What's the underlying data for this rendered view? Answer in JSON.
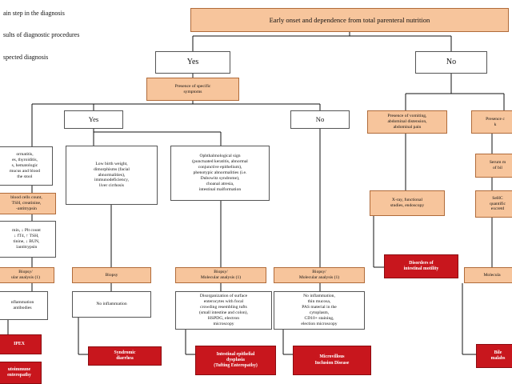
{
  "legend": [
    {
      "key": "main_step",
      "text": "ain step in the diagnosis",
      "color": "#f7c59c"
    },
    {
      "key": "procedures",
      "text": "sults of diagnostic procedures",
      "color": "#ffffff"
    },
    {
      "key": "suspected",
      "text": "spected diagnosis",
      "color": "#c8161d"
    }
  ],
  "nodes": {
    "root": "Early onset and dependence from total parenteral nutrition",
    "yes_top": "Yes",
    "no_top": "No",
    "specific_symptoms": "Presence of specific\nsymptoms",
    "yes_mid": "Yes",
    "no_mid": "No",
    "ipex_symptoms": "ormatitis,\nes, thyroiditis,\ns, hematologic\nmucus and blood\nthe stool",
    "ipex_tests": "blood cells count,\nTSH, creatinine,\n-antitrypsin",
    "ipex_results": "min, ↓ Plt count\n↓ fT4, ↑ TSH,\ntinine, ↓ BUN,\n1antitrypsin",
    "ipex_biopsy": "Biopsy/\nular analysis (1)",
    "ipex_findings": "nflammation\nantibodies",
    "ipex_dx": "IPEX",
    "autoimmune_dx": "utoimmune\nenteropathy",
    "syndromic_symptoms": "Low birth weight,\ndimorphisms (facial\nabnormalities),\nimmunodeficiency,\nliver cirrhosis",
    "syndromic_biopsy": "Biopsy",
    "syndromic_findings": "No inflammation",
    "syndromic_dx": "Syndromic\ndiarrhea",
    "tufting_symptoms": "Ophthalmological sign\n(punctuated keratitis, abnormal\nconjunctive epithelium),\nphenotypic abnormalities (i.e.\nDubowitz syndrome),\nchoanal atresia,\nintestinal malformation",
    "tufting_biopsy": "Biopsy/\nMolecular analysis (1)",
    "tufting_findings": "Disorganization of surface\nenterocytes with focal\ncrowding resembling tufts\n(small intestine and colon),\nHSPDG, electron\nmicroscopy",
    "tufting_dx": "Intestinal epithelial\ndysplasia\n(Tufting Enteropathy)",
    "mvid_biopsy": "Biopsy/\nMolecular analysis (1)",
    "mvid_findings": "No inflammation,\nthin mucosa,\nPAS material in the\ncytoplasm,\nCD10+ staining,\nelection microscopy",
    "mvid_dx": "Microvillous\nInclusion Disease",
    "vomiting": "Presence of vomiting,\nabdominal distension,\nabdominal pain",
    "xray": "X-ray, functional\nstudies, endoscopy",
    "motility_dx": "Disorders of\nintestinal motility",
    "right_presence": "Presence c\nk",
    "serum": "Serum m\nof bil",
    "sehcat": "SeHC\nquantific\nexcretd",
    "molecular_right": "Molecula",
    "bile_dx": "Bile\nmalabs"
  }
}
